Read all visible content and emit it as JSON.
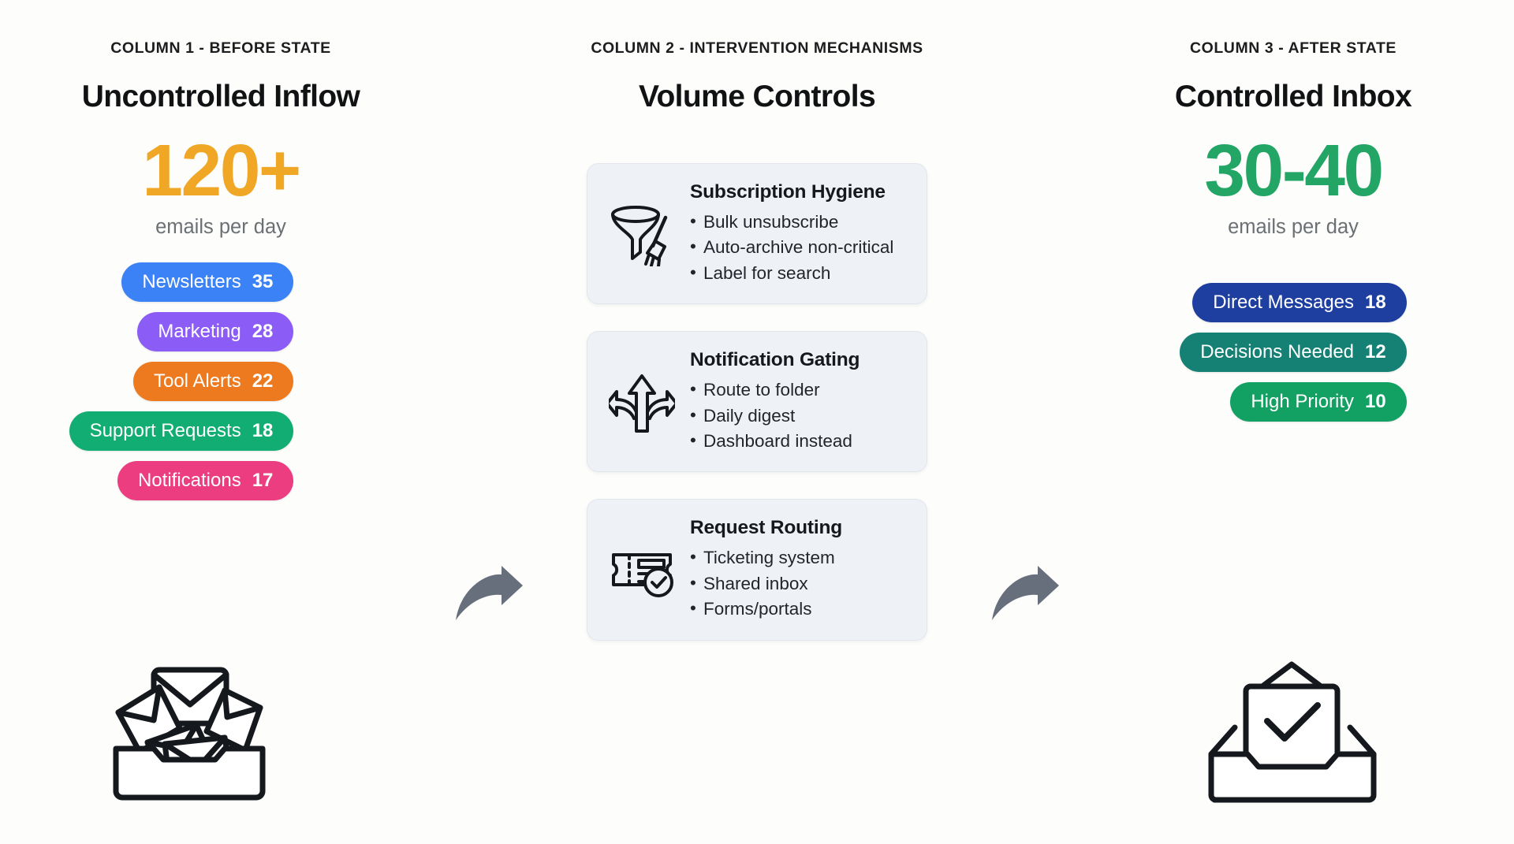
{
  "theme": {
    "background": "#fdfdfb",
    "card_bg": "#eef1f6",
    "card_border": "#e2e6ec",
    "before_accent": "#f0a726",
    "after_accent": "#22a565",
    "arrow_color": "#676f7c",
    "icon_stroke": "#15181c"
  },
  "columns": {
    "before": {
      "eyebrow": "COLUMN 1 - BEFORE STATE",
      "title": "Uncontrolled Inflow",
      "stat": "120+",
      "stat_sub": "emails per day",
      "pills": [
        {
          "label": "Newsletters",
          "value": "35",
          "color": "#3b82f6"
        },
        {
          "label": "Marketing",
          "value": "28",
          "color": "#8b5cf6"
        },
        {
          "label": "Tool Alerts",
          "value": "22",
          "color": "#ee7a1f"
        },
        {
          "label": "Support Requests",
          "value": "18",
          "color": "#11ad72"
        },
        {
          "label": "Notifications",
          "value": "17",
          "color": "#ec3d81"
        }
      ],
      "illustration": "overflowing-inbox-icon"
    },
    "middle": {
      "eyebrow": "COLUMN 2 - INTERVENTION MECHANISMS",
      "title": "Volume Controls",
      "cards": [
        {
          "icon": "funnel-broom-icon",
          "title": "Subscription Hygiene",
          "items": [
            "Bulk unsubscribe",
            "Auto-archive non-critical",
            "Label for search"
          ]
        },
        {
          "icon": "three-way-arrow-icon",
          "title": "Notification Gating",
          "items": [
            "Route to folder",
            "Daily digest",
            "Dashboard instead"
          ]
        },
        {
          "icon": "ticket-check-icon",
          "title": "Request Routing",
          "items": [
            "Ticketing system",
            "Shared inbox",
            "Forms/portals"
          ]
        }
      ]
    },
    "after": {
      "eyebrow": "COLUMN 3 - AFTER STATE",
      "title": "Controlled Inbox",
      "stat": "30-40",
      "stat_sub": "emails per day",
      "pills": [
        {
          "label": "Direct Messages",
          "value": "18",
          "color": "#1e3fa0"
        },
        {
          "label": "Decisions Needed",
          "value": "12",
          "color": "#148174"
        },
        {
          "label": "High Priority",
          "value": "10",
          "color": "#12a063"
        }
      ],
      "illustration": "clean-inbox-check-icon"
    }
  },
  "connectors": [
    {
      "name": "arrow-before-to-middle"
    },
    {
      "name": "arrow-middle-to-after"
    }
  ]
}
